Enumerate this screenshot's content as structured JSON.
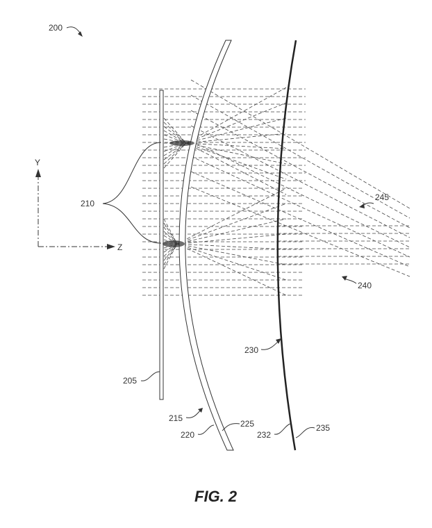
{
  "figure_title": "FIG. 2",
  "labels": {
    "system": "200",
    "emitters": "210",
    "axis_y": "Y",
    "axis_z": "Z",
    "plate": "205",
    "lens": "215",
    "lens_inner": "220",
    "lens_outer": "225",
    "combiner": "230",
    "combiner_inner": "232",
    "combiner_outer": "235",
    "rays_a": "240",
    "rays_b": "245"
  },
  "colors": {
    "ink": "#333333",
    "background": "#ffffff"
  }
}
